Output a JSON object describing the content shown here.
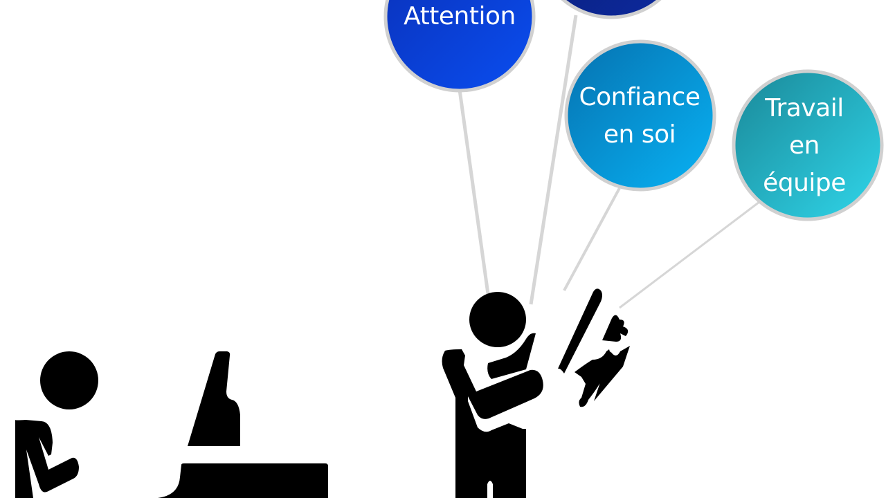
{
  "balloons": [
    {
      "label": "Attention",
      "color_start": "#0a35c8",
      "color_end": "#0a4ae8"
    },
    {
      "label": "",
      "color_start": "#0a1f7a",
      "color_end": "#0c2a9a"
    },
    {
      "label": "Confiance\nen soi",
      "color_start": "#0677b8",
      "color_end": "#07aef0"
    },
    {
      "label": "Travail\nen\néquipe",
      "color_start": "#1e8fa0",
      "color_end": "#2dd2e6"
    }
  ],
  "colors": {
    "string": "#d6d6d6",
    "border": "#d0d0d0",
    "figure": "#000000"
  }
}
